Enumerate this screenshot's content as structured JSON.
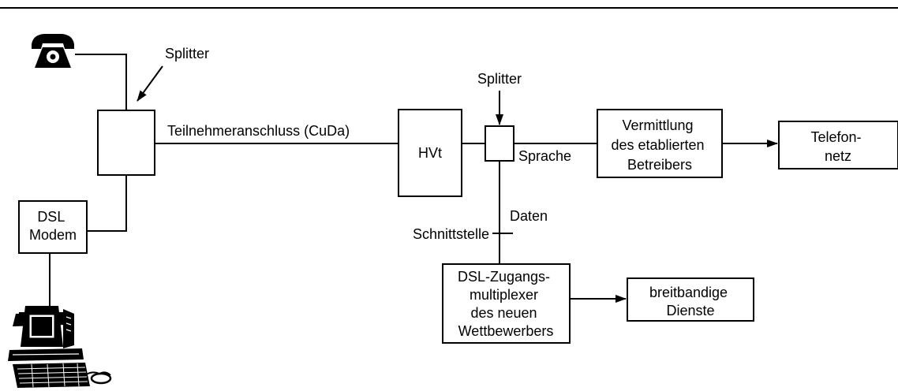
{
  "labels": {
    "splitter_customer": "Splitter",
    "splitter_exchange": "Splitter",
    "line": "Teilnehmeranschluss (CuDa)",
    "sprache": "Sprache",
    "daten": "Daten",
    "schnittstelle": "Schnittstelle"
  },
  "boxes": {
    "dsl_modem": [
      "DSL",
      "Modem"
    ],
    "hvt": [
      "HVt"
    ],
    "vermittlung": [
      "Vermittlung",
      "des etablierten",
      "Betreibers"
    ],
    "telefonnetz": [
      "Telefon-",
      "netz"
    ],
    "dslam": [
      "DSL-Zugangs-",
      "multiplexer",
      "des neuen",
      "Wettbewerbers"
    ],
    "breitband": [
      "breitbandige",
      "Dienste"
    ]
  },
  "icons": {
    "telephone": "telephone-icon",
    "computer": "computer-icon"
  },
  "colors": {
    "line": "#000000",
    "background": "#ffffff"
  }
}
